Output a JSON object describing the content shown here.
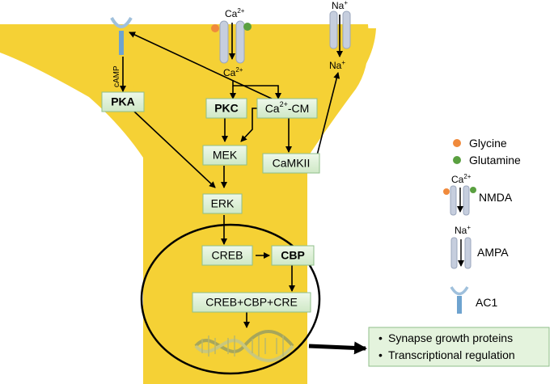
{
  "colors": {
    "cell": "#f5d135",
    "box_fill": "#d8efd0",
    "box_border": "#8fbf8a",
    "glycine": "#f08a3c",
    "glutamine": "#5aa040",
    "channel": "#bcc6d8",
    "ac1": "#6ea3cf",
    "arrow": "#000000",
    "outcome_fill": "#e4f3dd"
  },
  "top_labels": {
    "ca_top": "Ca",
    "ca_top_sup": "2+",
    "ca_inner": "Ca",
    "ca_inner_sup": "2+",
    "na_top": "Na",
    "na_top_sup": "+",
    "na_inner": "Na",
    "na_inner_sup": "+",
    "camp": "cAMP"
  },
  "nodes": {
    "pka": "PKA",
    "pkc": "PKC",
    "ca_cm_main": "Ca",
    "ca_cm_sup": "2+",
    "ca_cm_suffix": "-CM",
    "mek": "MEK",
    "camkii": "CaMKII",
    "erk": "ERK",
    "creb": "CREB",
    "cbp": "CBP",
    "complex": "CREB+CBP+CRE"
  },
  "outcomes": {
    "items": [
      "Synapse growth proteins",
      "Transcriptional regulation"
    ]
  },
  "legend": {
    "glycine": "Glycine",
    "glutamine": "Glutamine",
    "nmda_ion": "Ca",
    "nmda_ion_sup": "2+",
    "nmda": "NMDA",
    "ampa_ion": "Na",
    "ampa_ion_sup": "+",
    "ampa": "AMPA",
    "ac1": "AC1"
  }
}
